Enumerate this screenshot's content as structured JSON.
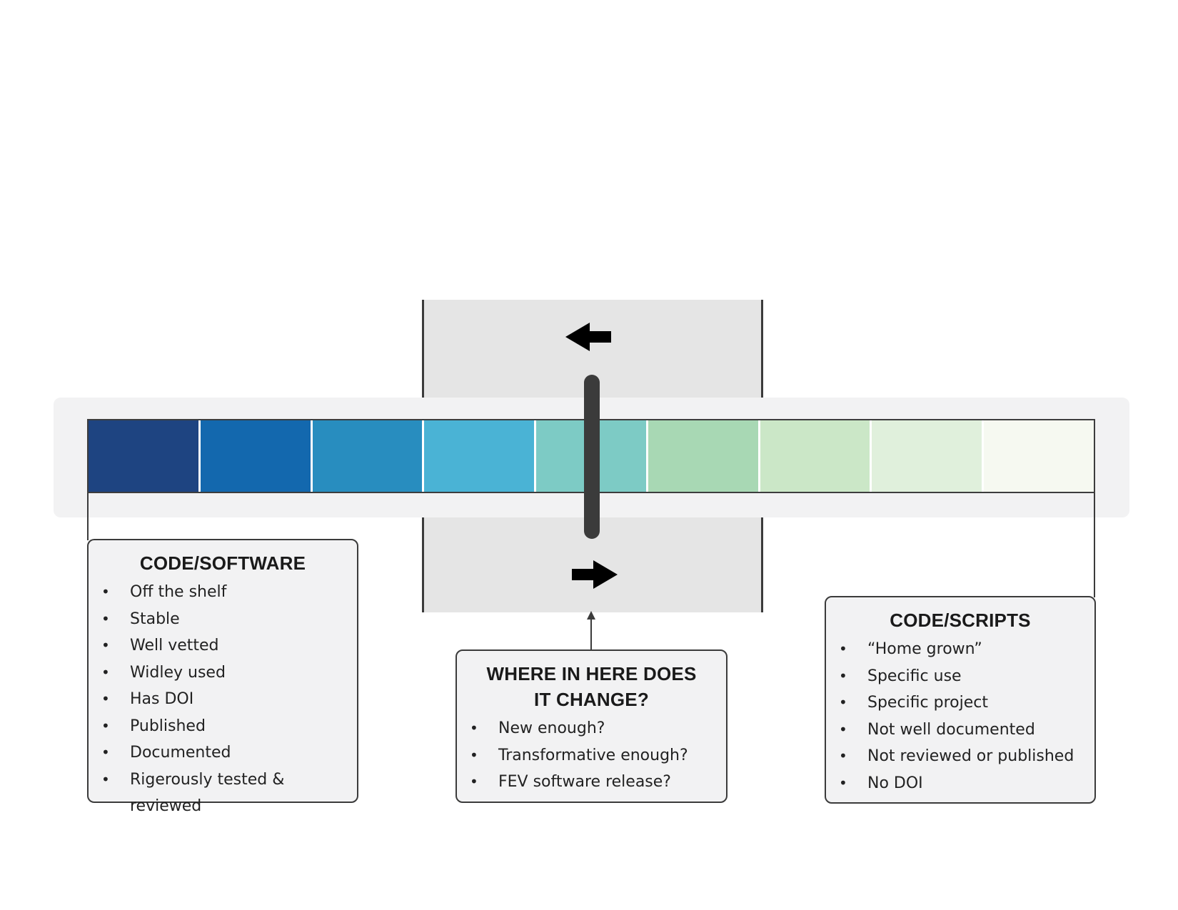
{
  "spectrum": {
    "segments": [
      "#1e4481",
      "#1368ae",
      "#288dbf",
      "#4ab3d5",
      "#7dcbc5",
      "#a8d8b4",
      "#cbe7c7",
      "#e0f0dc",
      "#f6f9f1"
    ],
    "slider_position": 0.5
  },
  "arrows": {
    "top": "arrow-left-icon",
    "bottom": "arrow-right-icon"
  },
  "left_box": {
    "title": "CODE/SOFTWARE",
    "items": [
      "Off the shelf",
      "Stable",
      "Well vetted",
      "Widley used",
      "Has DOI",
      "Published",
      "Documented",
      "Rigerously tested & reviewed"
    ]
  },
  "center_box": {
    "title_line1": "WHERE IN HERE DOES",
    "title_line2": "IT CHANGE?",
    "items": [
      "New enough?",
      "Transformative enough?",
      "FEV software release?"
    ]
  },
  "right_box": {
    "title": "CODE/SCRIPTS",
    "items": [
      "“Home grown”",
      "Specific use",
      "Specific project",
      "Not well documented",
      "Not reviewed or published",
      "No DOI"
    ]
  }
}
